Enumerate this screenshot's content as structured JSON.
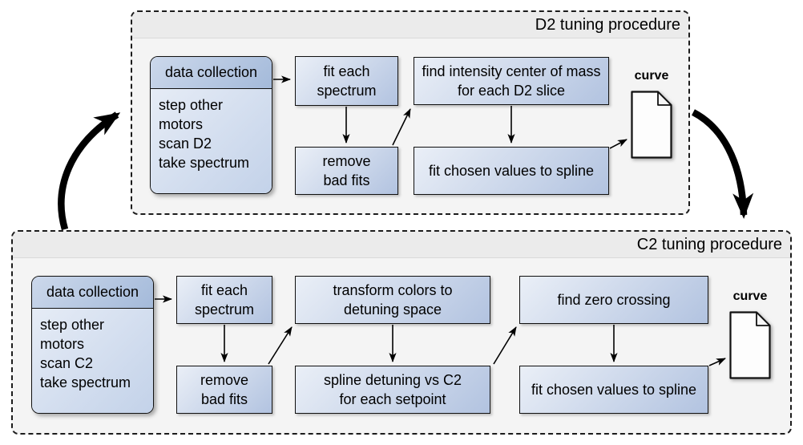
{
  "colors": {
    "section-bg": "#f4f4f4",
    "section-title-bg": "#ebebeb",
    "box-light": "#eaeff7",
    "box-dark": "#b2c3e0",
    "header-light": "#ccd8eb",
    "header-dark": "#a4bada",
    "dcbody-light": "#e6ecf6",
    "dcbody-dark": "#c3d2e9"
  },
  "d2": {
    "title": "D2 tuning procedure",
    "data_collection_header": "data collection",
    "data_collection_body": "step other motors\nscan D2\ntake spectrum",
    "box_fit_each": "fit each\nspectrum",
    "box_find_intensity": "find intensity center of mass\nfor each D2 slice",
    "box_remove_bad": "remove\nbad fits",
    "box_fit_chosen": "fit chosen values to spline",
    "curve_label": "curve"
  },
  "c2": {
    "title": "C2 tuning procedure",
    "data_collection_header": "data collection",
    "data_collection_body": "step other motors\nscan C2\ntake spectrum",
    "box_fit_each": "fit each\nspectrum",
    "box_transform": "transform colors to\ndetuning space",
    "box_find_zero": "find zero crossing",
    "box_remove_bad": "remove\nbad fits",
    "box_spline": "spline detuning vs C2\nfor each setpoint",
    "box_fit_chosen": "fit chosen values to spline",
    "curve_label": "curve"
  }
}
